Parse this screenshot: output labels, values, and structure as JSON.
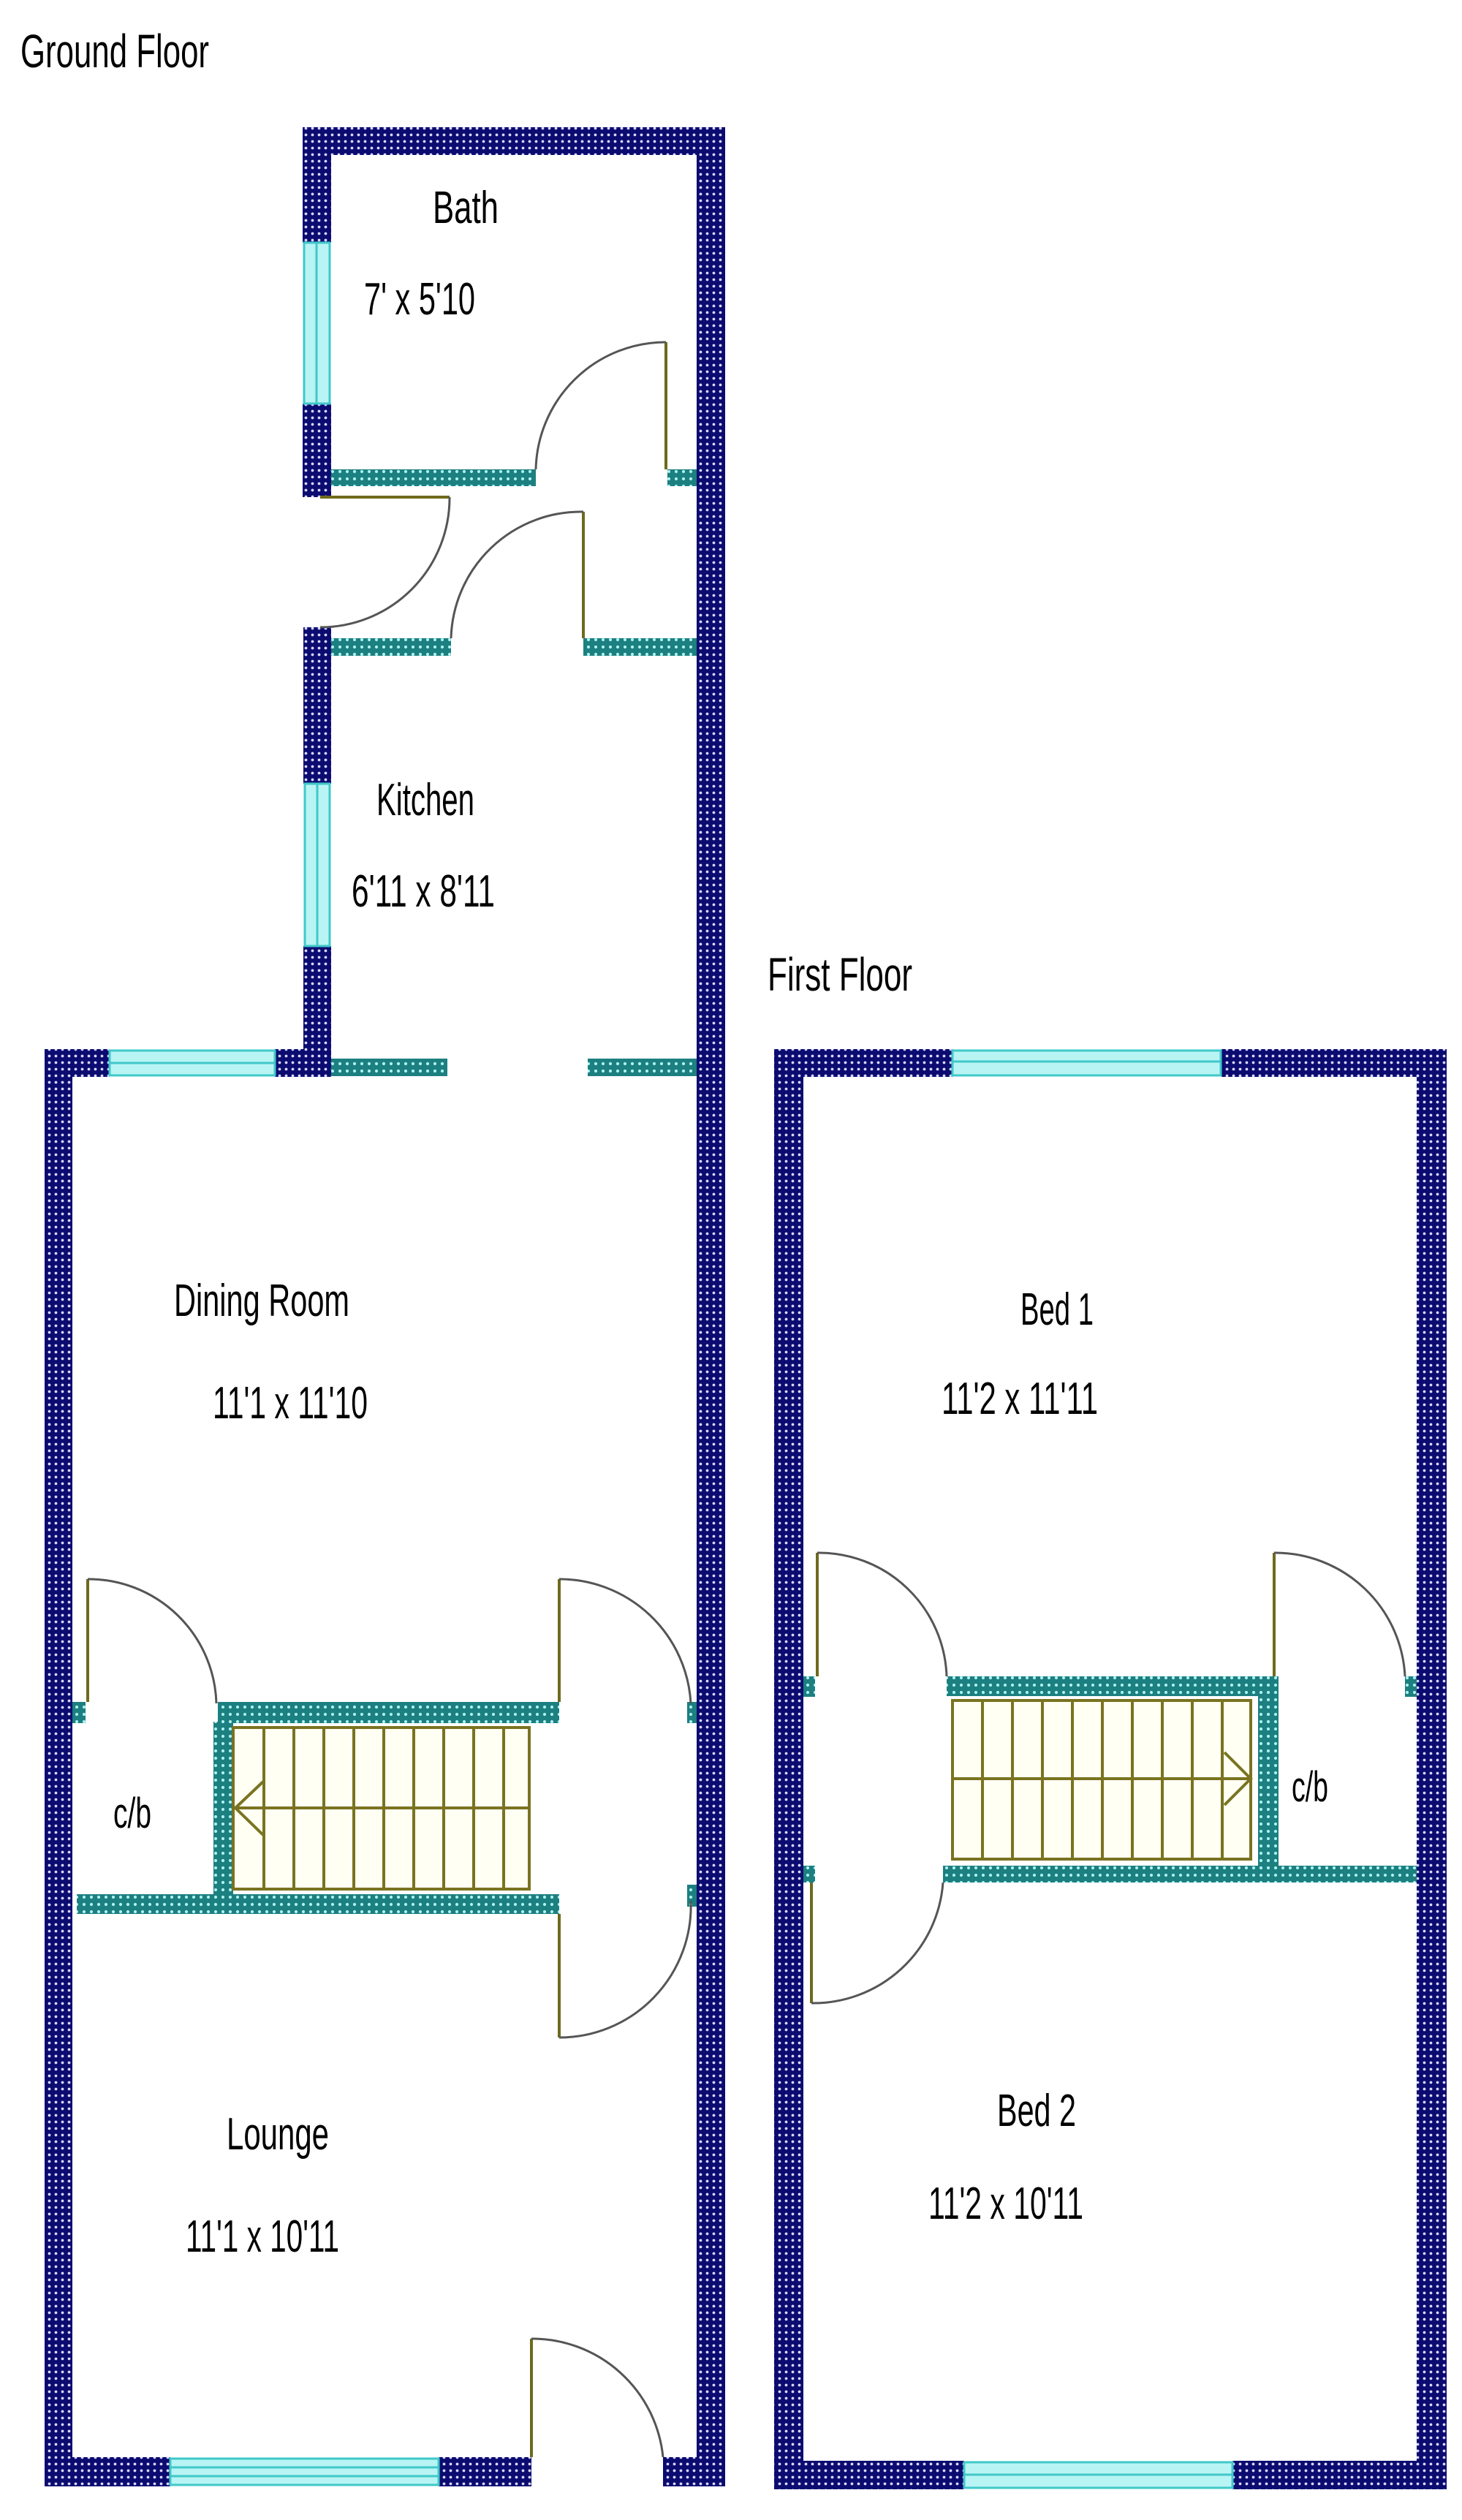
{
  "ground_floor": {
    "title": "Ground Floor",
    "rooms": [
      {
        "name": "Bath",
        "dimensions": "7' x 5'10"
      },
      {
        "name": "Kitchen",
        "dimensions": "6'11 x 8'11"
      },
      {
        "name": "Dining Room",
        "dimensions": "11'1 x 11'10"
      },
      {
        "name": "Lounge",
        "dimensions": "11'1 x 10'11"
      }
    ],
    "cupboard_label": "c/b"
  },
  "first_floor": {
    "title": "First Floor",
    "rooms": [
      {
        "name": "Bed 1",
        "dimensions": "11'2 x 11'11"
      },
      {
        "name": "Bed 2",
        "dimensions": "11'2 x 10'11"
      }
    ],
    "cupboard_label": "c/b"
  },
  "colors": {
    "external_wall": "#0b0b70",
    "internal_wall": "#1c7f80",
    "window_glass": "#b8f4f4",
    "door_leaf": "#6e6a1e"
  }
}
